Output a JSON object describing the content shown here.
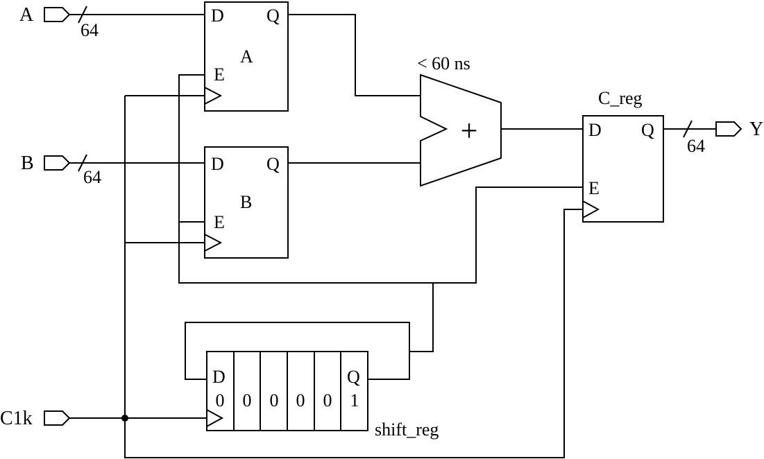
{
  "ports": {
    "input_a": "A",
    "input_b": "B",
    "clock": "C1k",
    "output_y": "Y"
  },
  "bus_widths": {
    "a": "64",
    "b": "64",
    "y": "64"
  },
  "register_a": {
    "name": "A",
    "d": "D",
    "q": "Q",
    "e": "E"
  },
  "register_b": {
    "name": "B",
    "d": "D",
    "q": "Q",
    "e": "E"
  },
  "register_c": {
    "name": "C_reg",
    "d": "D",
    "q": "Q",
    "e": "E"
  },
  "adder": {
    "timing": "< 60 ns",
    "symbol": "+"
  },
  "shift_register": {
    "name": "shift_reg",
    "d": "D",
    "q": "Q",
    "bits": [
      "0",
      "0",
      "0",
      "0",
      "0",
      "1"
    ]
  }
}
